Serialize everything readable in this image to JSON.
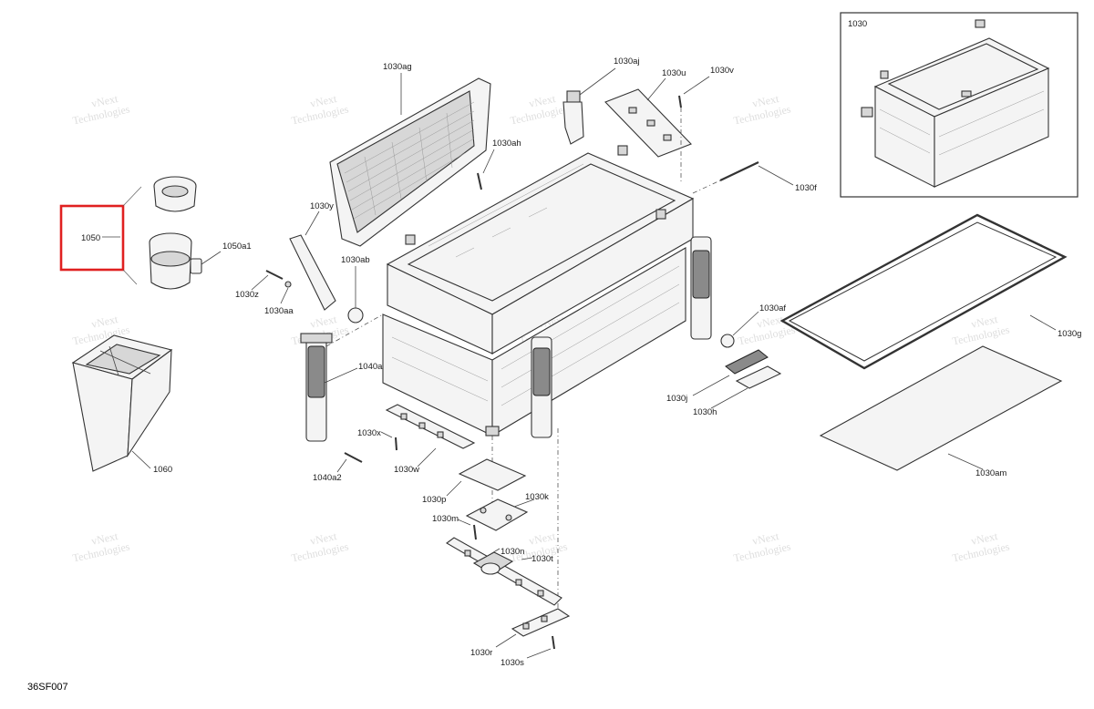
{
  "diagram": {
    "code": "36SF007",
    "inset_label": "1030",
    "highlight_label": "1050",
    "watermark_line1": "vNext",
    "watermark_line2": "Technologies",
    "labels": {
      "l1030ag": "1030ag",
      "l1030aj": "1030aj",
      "l1030u": "1030u",
      "l1030v": "1030v",
      "l1030ah": "1030ah",
      "l1030f": "1030f",
      "l1030y": "1030y",
      "l1030ab": "1030ab",
      "l1050a1": "1050a1",
      "l1030z": "1030z",
      "l1030aa": "1030aa",
      "l1030af": "1030af",
      "l1030g": "1030g",
      "l1040a": "1040a",
      "l1030j": "1030j",
      "l1030h": "1030h",
      "l1030x": "1030x",
      "l1030w": "1030w",
      "l1060": "1060",
      "l1040a2": "1040a2",
      "l1030p": "1030p",
      "l1030k": "1030k",
      "l1030m": "1030m",
      "l1030n": "1030n",
      "l1030t": "1030t",
      "l1030am": "1030am",
      "l1030r": "1030r",
      "l1030s": "1030s"
    }
  },
  "colors": {
    "highlight": "#e02020",
    "line": "#333333",
    "watermark": "#d6d6d6"
  }
}
